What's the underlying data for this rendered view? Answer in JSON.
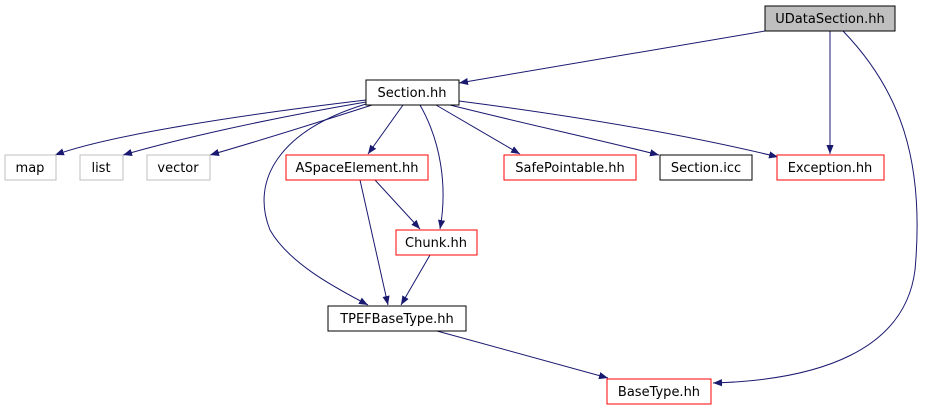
{
  "graph": {
    "colors": {
      "edge": "#191970",
      "border_normal": "#000000",
      "border_missing": "#bfbfbf",
      "border_truncated": "#ff0000",
      "fill_root": "#bfbfbf",
      "fill_default": "#ffffff",
      "label_missing": "#404040"
    },
    "nodes": [
      {
        "id": "udatasection",
        "label": "UDataSection.hh",
        "kind": "root"
      },
      {
        "id": "section",
        "label": "Section.hh",
        "kind": "normal"
      },
      {
        "id": "map",
        "label": "map",
        "kind": "missing"
      },
      {
        "id": "list",
        "label": "list",
        "kind": "missing"
      },
      {
        "id": "vector",
        "label": "vector",
        "kind": "missing"
      },
      {
        "id": "aspaceelement",
        "label": "ASpaceElement.hh",
        "kind": "truncated"
      },
      {
        "id": "safepointable",
        "label": "SafePointable.hh",
        "kind": "truncated"
      },
      {
        "id": "sectionicc",
        "label": "Section.icc",
        "kind": "normal"
      },
      {
        "id": "exception",
        "label": "Exception.hh",
        "kind": "truncated"
      },
      {
        "id": "chunk",
        "label": "Chunk.hh",
        "kind": "truncated"
      },
      {
        "id": "tpefbasetype",
        "label": "TPEFBaseType.hh",
        "kind": "normal"
      },
      {
        "id": "basetype",
        "label": "BaseType.hh",
        "kind": "truncated"
      }
    ],
    "edges": [
      {
        "from": "udatasection",
        "to": "section"
      },
      {
        "from": "udatasection",
        "to": "exception"
      },
      {
        "from": "udatasection",
        "to": "basetype"
      },
      {
        "from": "section",
        "to": "map"
      },
      {
        "from": "section",
        "to": "list"
      },
      {
        "from": "section",
        "to": "vector"
      },
      {
        "from": "section",
        "to": "aspaceelement"
      },
      {
        "from": "section",
        "to": "chunk"
      },
      {
        "from": "section",
        "to": "tpefbasetype"
      },
      {
        "from": "section",
        "to": "safepointable"
      },
      {
        "from": "section",
        "to": "sectionicc"
      },
      {
        "from": "section",
        "to": "exception"
      },
      {
        "from": "aspaceelement",
        "to": "chunk"
      },
      {
        "from": "aspaceelement",
        "to": "tpefbasetype"
      },
      {
        "from": "chunk",
        "to": "tpefbasetype"
      },
      {
        "from": "tpefbasetype",
        "to": "basetype"
      }
    ]
  }
}
